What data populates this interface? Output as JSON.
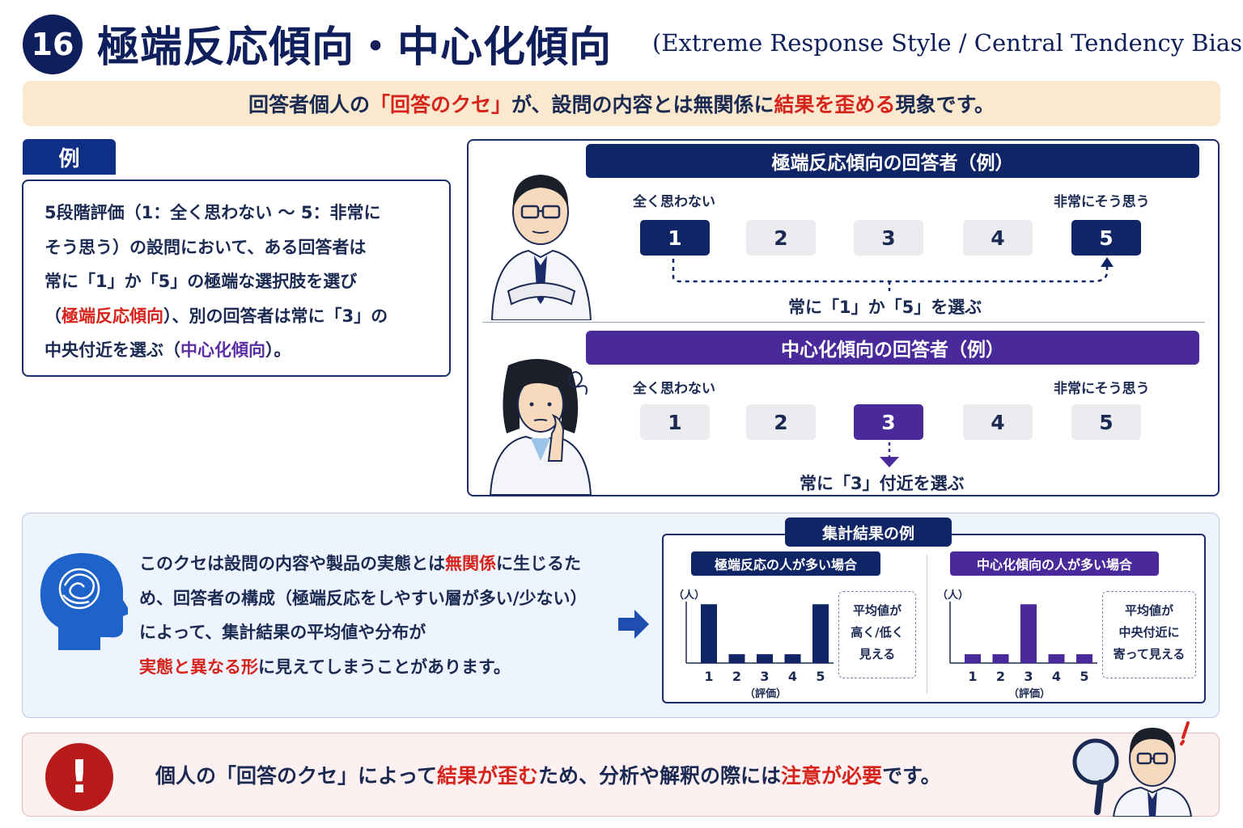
{
  "header": {
    "number": "16",
    "title": "極端反応傾向・中心化傾向",
    "subtitle": "(Extreme Response Style / Central Tendency Bias)"
  },
  "summary": {
    "part1": "回答者個人の",
    "part2": "「回答のクセ」",
    "part3": "が、設問の内容とは無関係に",
    "part4": "結果を歪める",
    "part5": "現象です。"
  },
  "example": {
    "tag": "例",
    "line1": "5段階評価（1：全く思わない 〜 5：非常に",
    "line2": "そう思う）の設問において、ある回答者は",
    "line3": "常に「1」か「5」の極端な選択肢を選び",
    "line4_open": "（",
    "line4_red": "極端反応傾向",
    "line4_rest": "）、別の回答者は常に「3」の",
    "line5_start": "中央付近を選ぶ（",
    "line5_purple": "中心化傾向",
    "line5_end": "）。"
  },
  "extreme": {
    "heading": "極端反応傾向の回答者（例）",
    "left_label": "全く思わない",
    "right_label": "非常にそう思う",
    "options": [
      "1",
      "2",
      "3",
      "4",
      "5"
    ],
    "selected": [
      1,
      5
    ],
    "caption": "常に「1」か「5」を選ぶ"
  },
  "central": {
    "heading": "中心化傾向の回答者（例）",
    "left_label": "全く思わない",
    "right_label": "非常にそう思う",
    "options": [
      "1",
      "2",
      "3",
      "4",
      "5"
    ],
    "selected": [
      3
    ],
    "caption": "常に「3」付近を選ぶ"
  },
  "info": {
    "line1_a": "このクセは設問の内容や製品の実態とは",
    "line1_red": "無関係",
    "line1_b": "に生じるた",
    "line2": "め、回答者の構成（極端反応をしやすい層が多い/少ない）",
    "line3": "によって、集計結果の平均値や分布が",
    "line4_red": "実態と異なる形",
    "line4_b": "に見えてしまうことがあります。"
  },
  "results": {
    "tag": "集計結果の例",
    "charts": [
      {
        "title": "極端反応の人が多い場合",
        "ylabel": "（人）",
        "xlabel": "（評価）",
        "note": [
          "平均値が",
          "高く/低く",
          "見える"
        ],
        "color": "#0f2566"
      },
      {
        "title": "中心化傾向の人が多い場合",
        "ylabel": "（人）",
        "xlabel": "（評価）",
        "note": [
          "平均値が",
          "中央付近に",
          "寄って見える"
        ],
        "color": "#4a2a9a"
      }
    ]
  },
  "chart_data": [
    {
      "type": "bar",
      "title": "極端反応の人が多い場合",
      "ylabel": "（人）",
      "xlabel": "（評価）",
      "categories": [
        "1",
        "2",
        "3",
        "4",
        "5"
      ],
      "values": [
        100,
        15,
        15,
        15,
        100
      ],
      "ylim": [
        0,
        110
      ]
    },
    {
      "type": "bar",
      "title": "中心化傾向の人が多い場合",
      "ylabel": "（人）",
      "xlabel": "（評価）",
      "categories": [
        "1",
        "2",
        "3",
        "4",
        "5"
      ],
      "values": [
        15,
        15,
        100,
        15,
        15
      ],
      "ylim": [
        0,
        110
      ]
    }
  ],
  "warning": {
    "icon": "exclamation-icon",
    "part1": "個人の「回答のクセ」によって",
    "part2": "結果が歪む",
    "part3": "ため、分析や解釈の際には",
    "part4": "注意が必要",
    "part5": "です。"
  },
  "colors": {
    "navy": "#0f2566",
    "purple": "#4a2a9a",
    "red": "#d6231b",
    "summary_bg": "#fbe9cf",
    "info_bg": "#eef4fd",
    "warning_bg": "#fdf0f0"
  }
}
